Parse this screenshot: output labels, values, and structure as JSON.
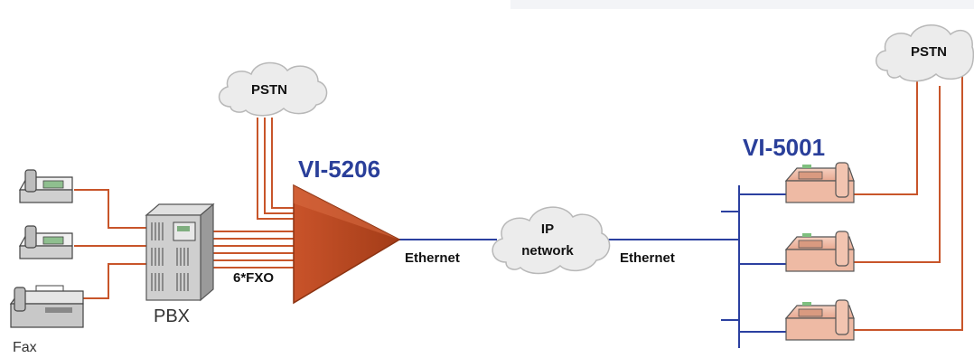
{
  "labels": {
    "pstn_left": "PSTN",
    "pstn_right": "PSTN",
    "device_main": "VI-5206",
    "device_remote": "VI-5001",
    "pbx": "PBX",
    "fxo": "6*FXO",
    "fax": "Fax",
    "ip_line1": "IP",
    "ip_line2": "network",
    "ethernet_left": "Ethernet",
    "ethernet_right": "Ethernet"
  },
  "colors": {
    "orange_line": "#c8552a",
    "blue_line": "#2b40a0",
    "triangle": "#b84a22",
    "cloud_fill": "#ececec",
    "label_blue": "#2a3f9a"
  }
}
